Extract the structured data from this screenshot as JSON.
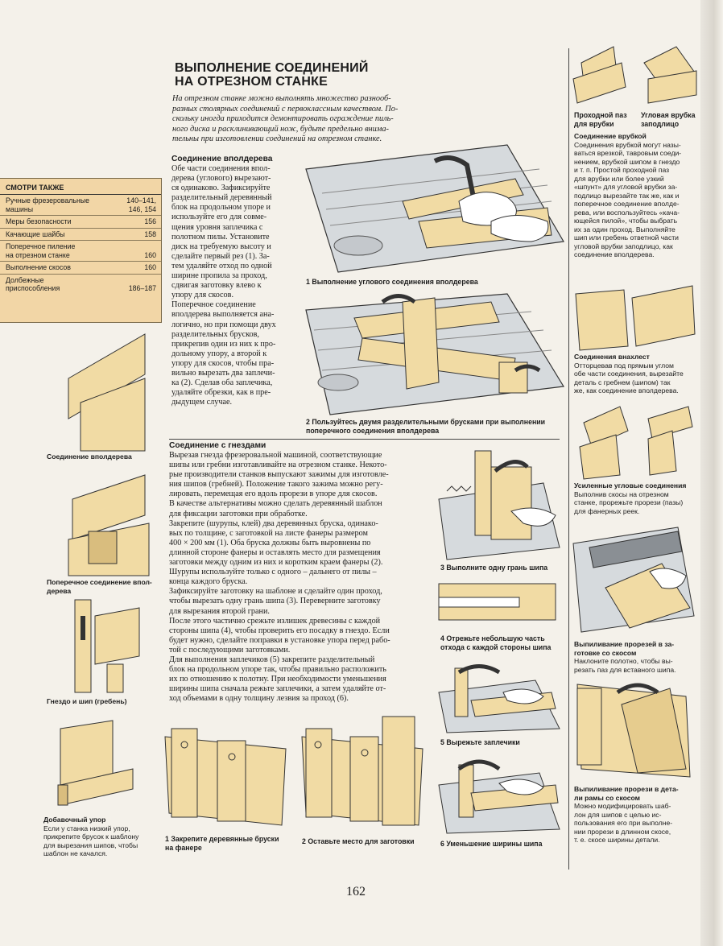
{
  "title": [
    "ВЫПОЛНЕНИЕ СОЕДИНЕНИЙ",
    "НА ОТРЕЗНОМ СТАНКЕ"
  ],
  "intro": [
    "На отрезном станке можно выполнять множество разнооб-",
    "разных столярных соединений с первоклассным качеством. По-",
    "скольку иногда приходится демонтировать ограждение пиль-",
    "ного диска и расклинивающий нож, будьте предельно внима-",
    "тельны при изготовлении соединений на отрезном станке."
  ],
  "see_also": {
    "heading": "СМОТРИ ТАКЖЕ",
    "rows": [
      {
        "label": [
          "Ручные фрезеровальные",
          "машины"
        ],
        "pages": [
          "140–141,",
          "146, 154"
        ]
      },
      {
        "label": [
          "Меры безопасности"
        ],
        "pages": [
          "156"
        ]
      },
      {
        "label": [
          "Качающие шайбы"
        ],
        "pages": [
          "158"
        ]
      },
      {
        "label": [
          "Поперечное пиление",
          "на отрезном станке"
        ],
        "pages": [
          "160"
        ]
      },
      {
        "label": [
          "Выполнение скосов"
        ],
        "pages": [
          "160"
        ]
      },
      {
        "label": [
          "Долбежные",
          "приспособления"
        ],
        "pages": [
          "186–187"
        ]
      }
    ]
  },
  "sec1": {
    "heading": "Соединение вполдерева",
    "lines": [
      "Обе части соединения впол-",
      "дерева (углового) вырезают-",
      "ся одинаково. Зафиксируйте",
      "разделительный деревянный",
      "блок на продольном упоре и",
      "используйте его для совме-",
      "щения уровня заплечика с",
      "полотном пилы. Установите",
      "диск на требуемую высоту и",
      "сделайте первый рез (1). За-",
      "тем удаляйте отход по одной",
      "ширине пропила за проход,",
      "сдвигая заготовку влево к",
      "упору для скосов.",
      "Поперечное соединение",
      "вполдерева выполняется ана-",
      "логично, но при помощи двух",
      "разделительных брусков,",
      "прикрепив один из них к про-",
      "дольному упору, а второй к",
      "упору для скосов, чтобы пра-",
      "вильно вырезать два заплечи-",
      "ка (2). Сделав оба заплечика,",
      "удаляйте обрезки, как в пре-",
      "дыдущем случае."
    ]
  },
  "fig1_caption": "1 Выполнение углового соединения вполдерева",
  "fig2_caption": [
    "2 Пользуйтесь двумя разделительными брусками при выполнении",
    "поперечного соединения вполдерева"
  ],
  "sec2": {
    "heading": "Соединение с гнездами",
    "lines": [
      "Вырезав гнезда фрезеровальной машиной, соответствующие",
      "шипы или гребни изготавливайте на отрезном станке. Некото-",
      "рые производители станков выпускают зажимы для изготовле-",
      "ния шипов (гребней). Положение такого зажима можно регу-",
      "лировать, перемещая его вдоль прорези в упоре для скосов.",
      "В качестве альтернативы можно сделать деревянный шаблон",
      "для фиксации заготовки при обработке.",
      "Закрепите (шурупы, клей) два деревянных бруска, одинако-",
      "вых по толщине, с заготовкой на листе фанеры размером",
      "400 × 200 мм (1). Оба бруска должны быть выровнены по",
      "длинной стороне фанеры и оставлять место для размещения",
      "заготовки между одним из них и коротким краем фанеры (2).",
      "Шурупы используйте только с одного – дальнего от пилы –",
      "конца каждого бруска.",
      "Зафиксируйте заготовку на шаблоне и сделайте один проход,",
      "чтобы вырезать одну грань шипа (3). Переверните заготовку",
      "для вырезания второй грани.",
      "После этого частично срежьте излишек древесины с каждой",
      "стороны шипа (4), чтобы проверить его посадку в гнездо. Если",
      "будет нужно, сделайте поправки в установке упора перед рабо-",
      "той с последующими заготовками.",
      "Для выполнения заплечиков (5) закрепите разделительный",
      "блок на продольном упоре так, чтобы правильно расположить",
      "их по отношению к полотну. При необходимости уменьшения",
      "ширины шипа сначала режьте заплечики, а затем удаляйте от-",
      "ход объемами в одну толщину лезвия за проход (6)."
    ]
  },
  "small_captions": {
    "c3": "3 Выполните одну грань шипа",
    "c4": [
      "4 Отрежьте небольшую часть",
      "отхода с каждой стороны шипа"
    ],
    "c5": "5 Вырежьте заплечики",
    "c6": "6 Уменьшение ширины шипа",
    "b1": [
      "1 Закрепите деревянные бруски",
      "на фанере"
    ],
    "b2": "2 Оставьте место для заготовки"
  },
  "left_captions": {
    "l1": "Соединение вполдерева",
    "l2": [
      "Поперечное соединение впол-",
      "дерева"
    ],
    "l3": "Гнездо и шип (гребень)",
    "l4_head": "Добавочный упор",
    "l4_lines": [
      "Если у станка низкий упор,",
      "прикрепите брусок к шаблону",
      "для вырезания шипов, чтобы",
      "шаблон не качался."
    ]
  },
  "right": {
    "cap_a": [
      "Проходной паз",
      "для врубки"
    ],
    "cap_b": [
      "Угловая врубка",
      "заподлицо"
    ],
    "r1_head": "Соединение врубкой",
    "r1_lines": [
      "Соединения врубкой могут назы-",
      "ваться врезкой, тавровым соеди-",
      "нением, врубкой шипом в гнездо",
      "и т. п. Простой проходной паз",
      "для врубки или более узкий",
      "«шпунт» для угловой врубки за-",
      "подлицо вырезайте так же, как и",
      "поперечное соединение вполде-",
      "рева, или воспользуйтесь «кача-",
      "ющейся пилой», чтобы выбрать",
      "их за один проход. Выполняйте",
      "шип или гребень ответной части",
      "угловой врубки заподлицо, как",
      "соединение вполдерева."
    ],
    "r2_head": "Соединения внахлест",
    "r2_lines": [
      "Отторцевав под прямым углом",
      "обе части соединения, вырезайте",
      "деталь с гребнем (шипом) так",
      "же, как соединение вполдерева."
    ],
    "r3_head": "Усиленные угловые соединения",
    "r3_lines": [
      "Выполнив скосы на отрезном",
      "станке, прорежьте прорези (пазы)",
      "для фанерных реек."
    ],
    "r4_head": [
      "Выпиливание прорезей в за-",
      "готовке со скосом"
    ],
    "r4_lines": [
      "Наклоните полотно, чтобы вы-",
      "резать паз для вставного шипа."
    ],
    "r5_head": [
      "Выпиливание прорези в дета-",
      "ли рамы со скосом"
    ],
    "r5_lines": [
      "Можно модифицировать шаб-",
      "лон для шипов с целью ис-",
      "пользования его при выполне-",
      "нии прорези в длинном скосе,",
      "т. е. скосе ширины детали."
    ]
  },
  "page_number": "162",
  "colors": {
    "wood": "#f1dba4",
    "wood_dark": "#d9bd7e",
    "sidebar": "#f2d6a6",
    "machine": "#cfd3d6"
  }
}
